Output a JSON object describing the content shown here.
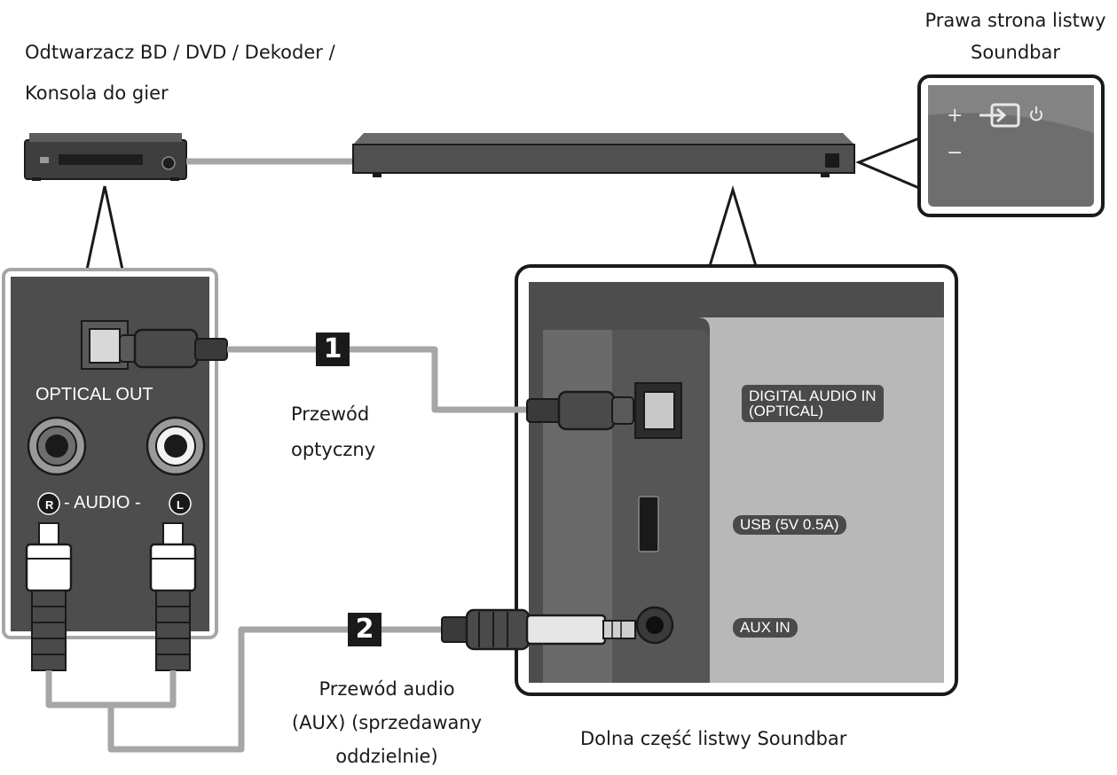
{
  "labels": {
    "source_device": [
      "Odtwarzacz BD / DVD / Dekoder /",
      "Konsola do gier"
    ],
    "soundbar_right_side": [
      "Prawa strona listwy",
      "Soundbar"
    ],
    "soundbar_bottom": "Dolna część listwy Soundbar"
  },
  "source_panel": {
    "optical_out": "OPTICAL OUT",
    "audio": "- AUDIO -",
    "right_channel": "R",
    "left_channel": "L"
  },
  "soundbar_panel": {
    "digital_audio_in": [
      "DIGITAL AUDIO IN",
      "(OPTICAL)"
    ],
    "usb": "USB (5V 0.5A)",
    "aux_in": "AUX IN"
  },
  "connections": [
    {
      "number": "1",
      "caption": [
        "Przewód",
        "optyczny"
      ]
    },
    {
      "number": "2",
      "caption": [
        "Przewód audio",
        "(AUX) (sprzedawany",
        "oddzielnie)"
      ]
    }
  ],
  "side_buttons": {
    "plus": "+",
    "minus": "−"
  },
  "icons": [
    "source-input-icon",
    "power-icon"
  ],
  "colors": {
    "panel_dark": "#4d4d4d",
    "cable_gray": "#a6a6a6",
    "outline": "#1a1a1a"
  }
}
